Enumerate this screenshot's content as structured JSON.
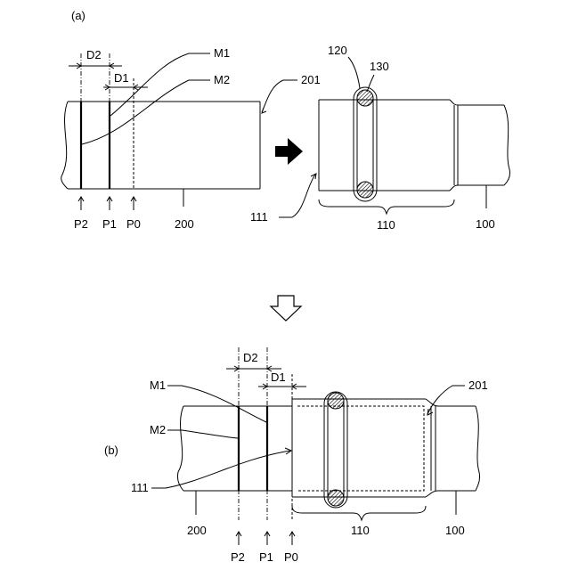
{
  "labels": {
    "panel_a": "(a)",
    "panel_b": "(b)",
    "D1": "D1",
    "D2": "D2",
    "M1": "M1",
    "M2": "M2",
    "P0": "P0",
    "P1": "P1",
    "P2": "P2",
    "ref_100": "100",
    "ref_110": "110",
    "ref_111": "111",
    "ref_120": "120",
    "ref_130": "130",
    "ref_200": "200",
    "ref_201": "201"
  }
}
